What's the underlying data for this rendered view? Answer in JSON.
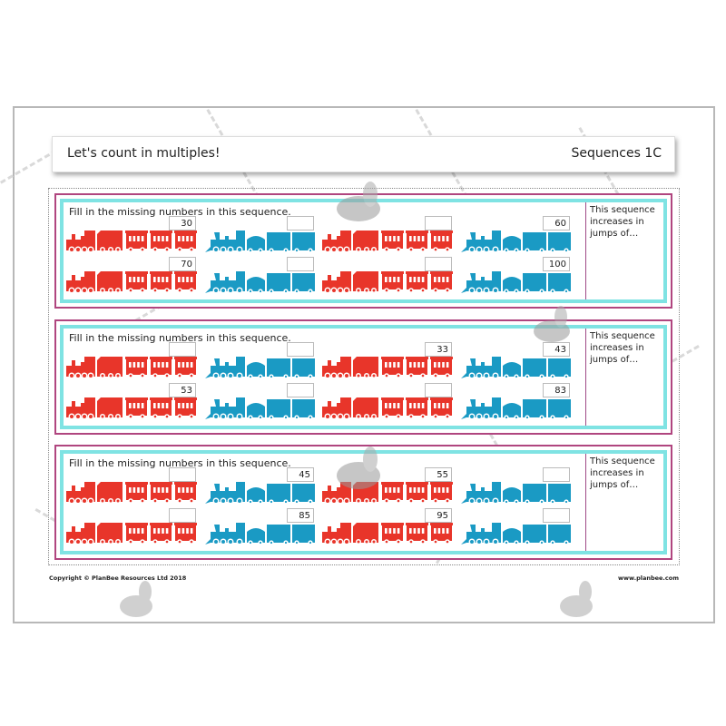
{
  "header": {
    "title": "Let's count in multiples!",
    "subtitle": "Sequences 1C"
  },
  "colors": {
    "red_train": "#e8352a",
    "blue_train": "#1a9ac4",
    "panel_border": "#b0457f",
    "panel_inner": "#7fe3e3"
  },
  "panels": [
    {
      "instruction": "Fill in the missing numbers in this sequence.",
      "note": "This sequence increases in jumps of…",
      "rows": [
        [
          "30",
          "",
          "",
          "60"
        ],
        [
          "70",
          "",
          "",
          "100"
        ]
      ]
    },
    {
      "instruction": "Fill in the missing numbers in this sequence.",
      "note": "This sequence increases in jumps of…",
      "rows": [
        [
          "",
          "",
          "33",
          "43"
        ],
        [
          "53",
          "",
          "",
          "83"
        ]
      ]
    },
    {
      "instruction": "Fill in the missing numbers in this sequence.",
      "note": "This sequence increases in jumps of…",
      "rows": [
        [
          "",
          "45",
          "55",
          ""
        ],
        [
          "",
          "85",
          "95",
          ""
        ]
      ]
    }
  ],
  "footer": {
    "copyright": "Copyright © PlanBee Resources Ltd 2018",
    "website": "www.planbee.com"
  }
}
